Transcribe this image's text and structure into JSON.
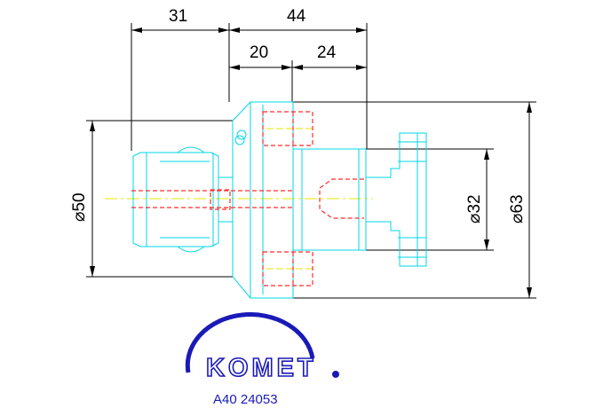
{
  "drawing": {
    "dimensions": {
      "top_left": "31",
      "top_right": "44",
      "mid_left": "20",
      "mid_right": "24",
      "dia_left": "⌀50",
      "dia_small": "⌀32",
      "dia_large": "⌀63"
    },
    "part_number": "A40 24053",
    "logo_text": "KOMET",
    "colors": {
      "outline": "#00d7e6",
      "hidden": "#ff2a2a",
      "center": "#e6e600",
      "dimension": "#000000",
      "brand": "#1a1ab8"
    }
  }
}
